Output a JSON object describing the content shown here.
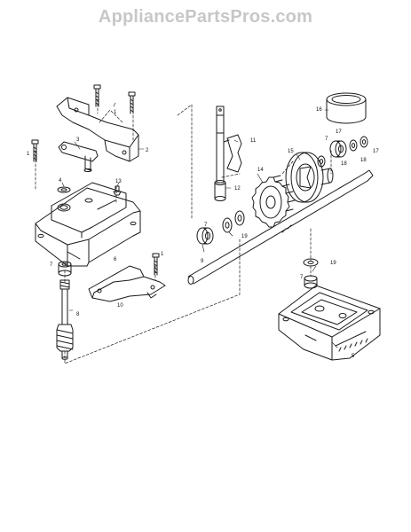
{
  "watermark": "AppliancePartsPros.com",
  "colors": {
    "line": "#1a1a1a",
    "watermark": "#c7c7c7",
    "background": "#ffffff"
  },
  "callouts": {
    "c1a": "1",
    "c1b": "1",
    "c1c": "1",
    "c2": "2",
    "c3": "3",
    "c4": "4",
    "c5": "5",
    "c6": "6",
    "c7a": "7",
    "c7b": "7",
    "c7c": "7",
    "c7d": "7",
    "c8": "8",
    "c9": "9",
    "c10": "10",
    "c11": "11",
    "c12": "12",
    "c13": "13",
    "c14": "14",
    "c15": "15",
    "c16": "16",
    "c17a": "17",
    "c17b": "17",
    "c18a": "18",
    "c18b": "18",
    "c19a": "19",
    "c19b": "19"
  }
}
